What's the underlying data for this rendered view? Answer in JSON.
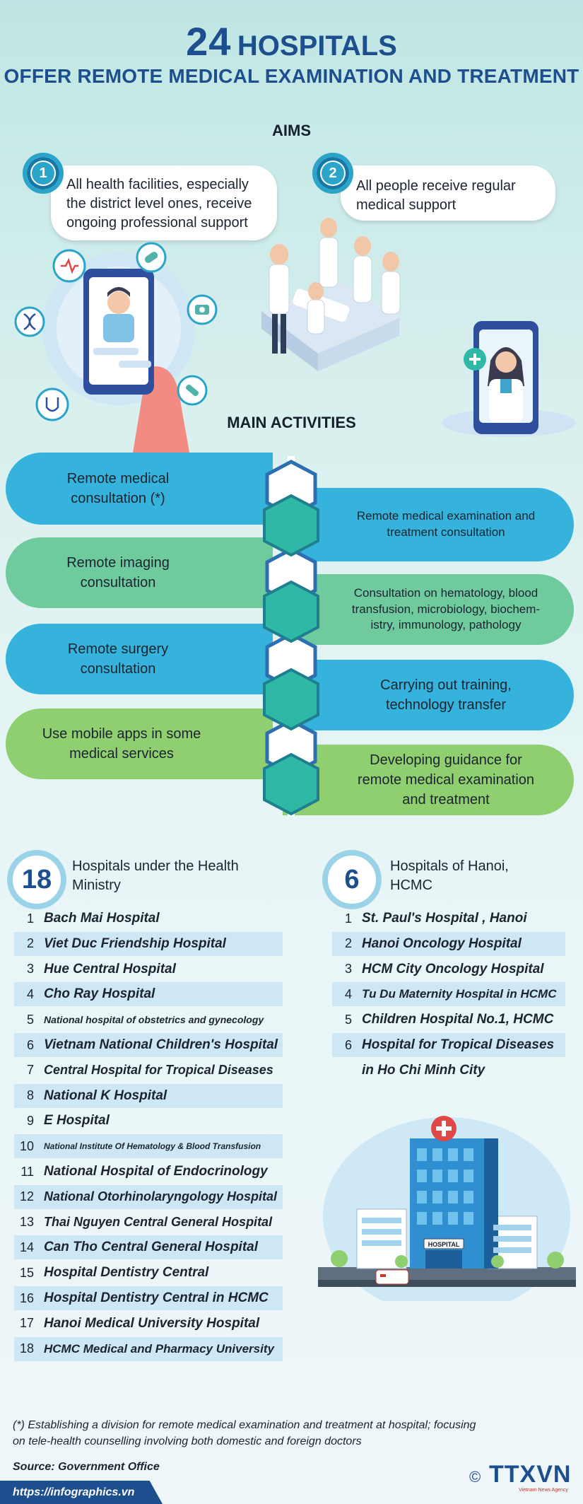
{
  "title": {
    "number": "24",
    "word": "HOSPITALS",
    "subtitle": "OFFER REMOTE MEDICAL EXAMINATION AND TREATMENT"
  },
  "aims": {
    "heading": "AIMS",
    "items": [
      {
        "num": "1",
        "text": "All health facilities, especially the district level ones, receive ongoing professional support"
      },
      {
        "num": "2",
        "text": "All people receive regular medical support"
      }
    ]
  },
  "activities": {
    "heading": "MAIN ACTIVITIES",
    "left": [
      "Remote medical consultation (*)",
      "Remote imaging consultation",
      "Remote surgery consultation",
      "Use mobile apps in some medical services"
    ],
    "right": [
      "Remote medical examination and treatment consultation",
      "Consultation on hematology, blood transfusion, microbiology, biochem-istry, immunology, pathology",
      "Carrying out training, technology transfer",
      "Developing guidance for remote medical examination and treatment"
    ]
  },
  "ministry": {
    "count": "18",
    "heading": "Hospitals under the Health Ministry",
    "items": [
      {
        "n": "1",
        "name": "Bach Mai Hospital"
      },
      {
        "n": "2",
        "name": "Viet Duc Friendship Hospital"
      },
      {
        "n": "3",
        "name": "Hue Central Hospital"
      },
      {
        "n": "4",
        "name": "Cho Ray Hospital"
      },
      {
        "n": "5",
        "name": "National hospital of obstetrics and gynecology"
      },
      {
        "n": "6",
        "name": "Vietnam National Children's Hospital"
      },
      {
        "n": "7",
        "name": "Central Hospital for Tropical Diseases"
      },
      {
        "n": "8",
        "name": "National K Hospital"
      },
      {
        "n": "9",
        "name": "E Hospital"
      },
      {
        "n": "10",
        "name": "National Institute Of Hematology & Blood Transfusion"
      },
      {
        "n": "11",
        "name": "National Hospital of Endocrinology"
      },
      {
        "n": "12",
        "name": "National Otorhinolaryngology Hospital"
      },
      {
        "n": "13",
        "name": "Thai Nguyen Central General Hospital"
      },
      {
        "n": "14",
        "name": "Can Tho Central General Hospital"
      },
      {
        "n": "15",
        "name": "Hospital Dentistry Central"
      },
      {
        "n": "16",
        "name": "Hospital Dentistry Central in HCMC"
      },
      {
        "n": "17",
        "name": "Hanoi Medical University Hospital"
      },
      {
        "n": "18",
        "name": "HCMC Medical and Pharmacy University"
      }
    ]
  },
  "city": {
    "count": "6",
    "heading": "Hospitals of Hanoi, HCMC",
    "items": [
      {
        "n": "1",
        "name": "St. Paul's Hospital , Hanoi"
      },
      {
        "n": "2",
        "name": "Hanoi Oncology Hospital"
      },
      {
        "n": "3",
        "name": "HCM City Oncology Hospital"
      },
      {
        "n": "4",
        "name": "Tu Du Maternity Hospital in HCMC"
      },
      {
        "n": "5",
        "name": "Children Hospital No.1, HCMC"
      },
      {
        "n": "6",
        "name": "Hospital for Tropical Diseases"
      }
    ],
    "continuation": "in Ho Chi Minh City"
  },
  "illustration": {
    "hospital_sign": "HOSPITAL"
  },
  "footer": {
    "note": "(*) Establishing a division for remote medical examination and treatment at hospital; focusing on tele-health counselling involving both domestic and foreign doctors",
    "source": "Source: Government Office",
    "url": "https://infographics.vn",
    "copyright": "©",
    "brand": "TTXVN",
    "brand_sub": "Vietnam News Agency"
  },
  "colors": {
    "navy": "#1d4f8f",
    "blue": "#35b3dc",
    "green": "#6fcb9e",
    "lime": "#8fcf6f",
    "teal": "#2fb8a6"
  }
}
